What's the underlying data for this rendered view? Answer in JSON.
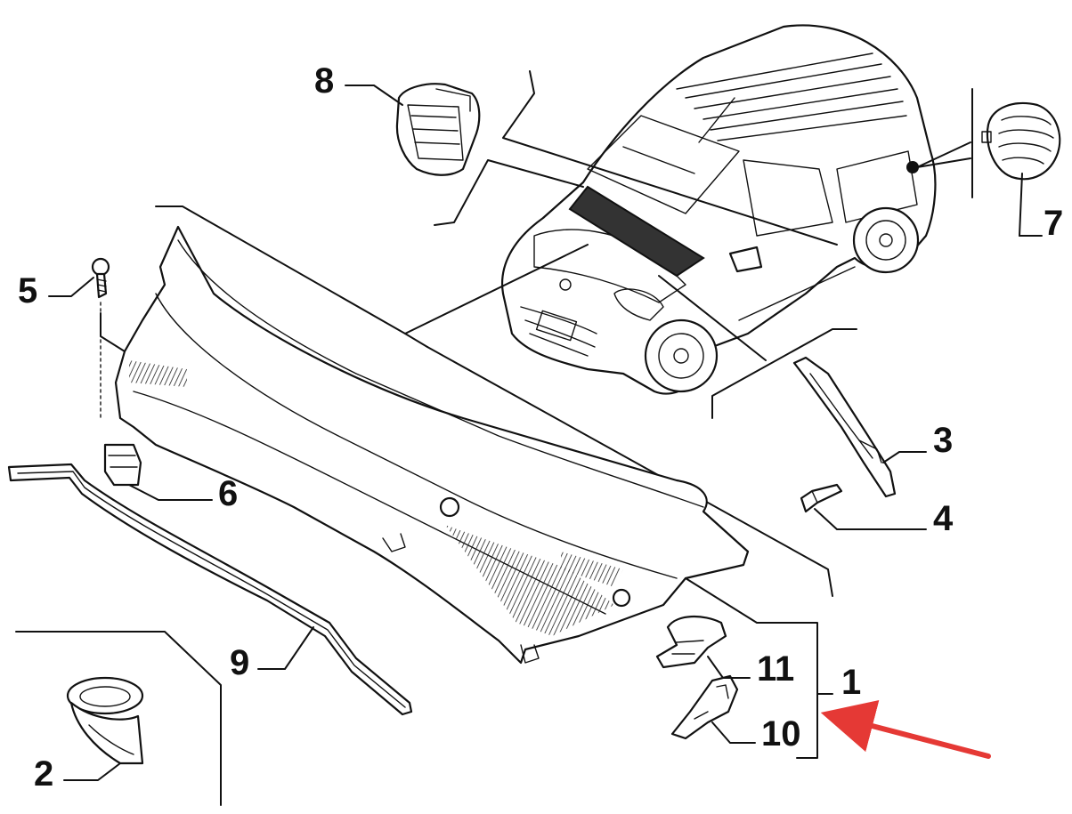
{
  "diagram": {
    "callouts": [
      {
        "id": "1",
        "text": "1"
      },
      {
        "id": "2",
        "text": "2"
      },
      {
        "id": "3",
        "text": "3"
      },
      {
        "id": "4",
        "text": "4"
      },
      {
        "id": "5",
        "text": "5"
      },
      {
        "id": "6",
        "text": "6"
      },
      {
        "id": "7",
        "text": "7"
      },
      {
        "id": "8",
        "text": "8"
      },
      {
        "id": "9",
        "text": "9"
      },
      {
        "id": "10",
        "text": "10"
      },
      {
        "id": "11",
        "text": "11"
      }
    ],
    "highlight_arrow_color": "#e53935",
    "line_color": "#111111",
    "background": "#ffffff"
  }
}
